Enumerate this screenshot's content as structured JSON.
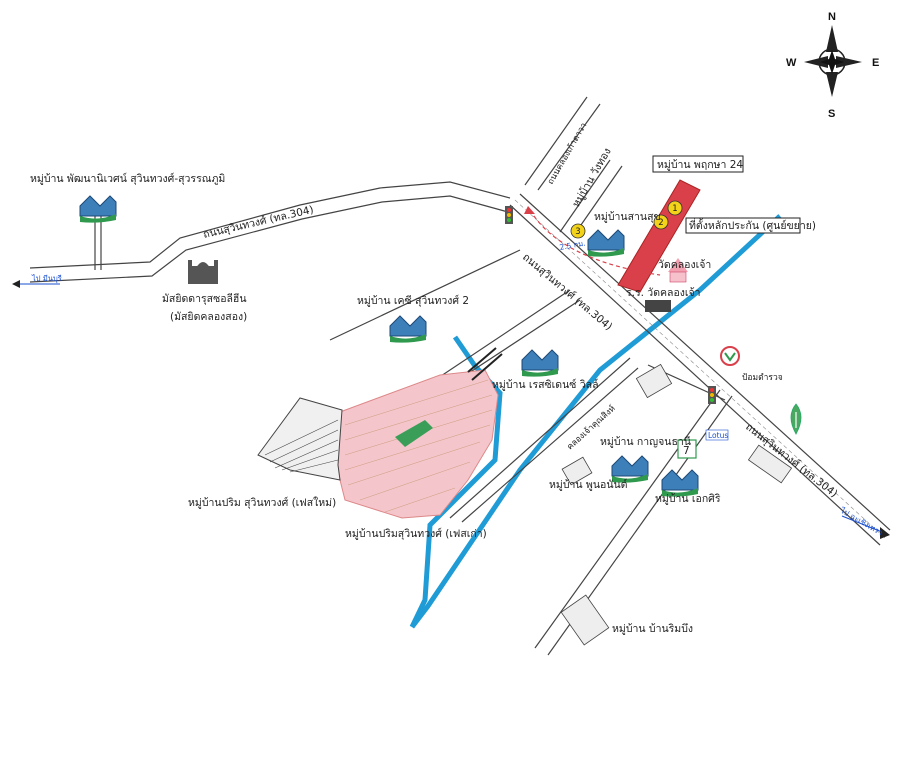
{
  "compass": {
    "north": "N",
    "south": "S",
    "east": "E",
    "west": "W"
  },
  "labels": {
    "village_top_left": "หมู่บ้าน พัฒนานิเวศน์ สุวินทวงศ์-สุวรรณภูมิ",
    "road_suwinthawong_left": "ถนนสุวินทวงศ์ (ทล.304)",
    "road_suwinthawong_center": "ถนนสุวินทวงศ์ (ทล.304)",
    "road_suwinthawong_right": "ถนนสุวินทวงศ์ (ทล.304)",
    "road_vertical_top": "ถนนคลองเก้าตาวา",
    "mosque_line1": "มัสยิดดารุสซอลีฮีน",
    "mosque_line2": "(มัสยิดคลองสอง)",
    "village_kc": "หมู่บ้าน เคซี สุวินทวงศ์ 2",
    "village_rose": "หมู่บ้าน เรสซิเดนซ์ วิลล์",
    "village_prim_new": "หมู่บ้านปริม สุวินทวงศ์ (เฟสใหม่)",
    "village_prim_old": "หมู่บ้านปริมสุวินทวงศ์ (เฟสเก่า)",
    "village_wanthong": "หมู่บ้าน วังทอง",
    "village_sansuk": "หมู่บ้านสานสุข",
    "village_pruksa": "หมู่บ้าน พฤกษา 24",
    "office": "ที่ตั้งหลักประกัน (ศูนย์ขยาย)",
    "temple": "วัดคลองเจ้า",
    "school": "ร.ร. วัดคลองเจ้า",
    "village_kanchana": "หมู่บ้าน กาญจนธานี",
    "village_sukasem": "หมู่บ้าน พูนอนันต์",
    "village_akesiri": "หมู่บ้าน เอกศิริ",
    "village_baanrimbueng": "หมู่บ้าน บ้านริมบึง",
    "canal_label": "คลองเจ้าคุณสิงห์",
    "police_box": "ป้อมตำรวจ",
    "distance_label": "2.5 กม.",
    "to_min_buri": "ไป มีนบุรี",
    "to_chachoengsao": "ไป ฉะเชิงเทรา",
    "marker_1": "1",
    "marker_2": "2",
    "marker_3": "3",
    "seven_eleven": "7",
    "lotus": "Lotus"
  },
  "colors": {
    "canal": "#1f9bd6",
    "pink_village": "#f4c6cc",
    "marker_yellow": "#f3d21a",
    "office_red": "#d9404a",
    "green_accent": "#2f9a4e"
  }
}
